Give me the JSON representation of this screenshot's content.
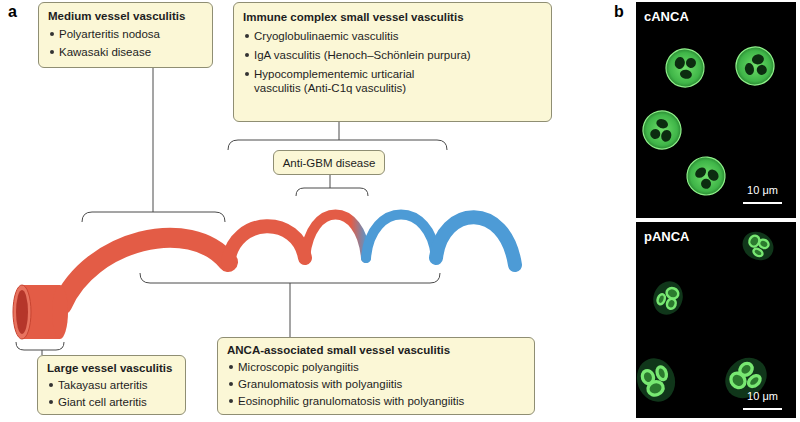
{
  "diagram": {
    "nodes": [
      {
        "text": [
          "Medium vessel vasculitis",
          "Polyarteritis nodosa",
          "Kawasaki disease"
        ]
      },
      {
        "text": [
          "Immune complex small vessel vasculitis",
          "Cryoglobulinaemic vasculitis",
          "IgA vasculitis (Henoch–Schönlein purpura)",
          "Hypocomplementemic urticarial vasculitis (Anti-C1q vasculitis)"
        ]
      },
      {
        "text": [
          "Anti-GBM disease"
        ]
      },
      {
        "text": [
          "Large vessel vasculitis",
          "Takayasu arteritis",
          "Giant cell arteritis"
        ]
      },
      {
        "text": [
          "ANCA-associated small vessel vasculitis",
          "Microscopic polyangiitis",
          "Granulomatosis with polyangiitis",
          "Eosinophilic granulomatosis with polyangiitis"
        ]
      }
    ],
    "labels": [
      "a",
      "b",
      "cANCA",
      "10 μm",
      "pANCA",
      "10 μm"
    ]
  }
}
